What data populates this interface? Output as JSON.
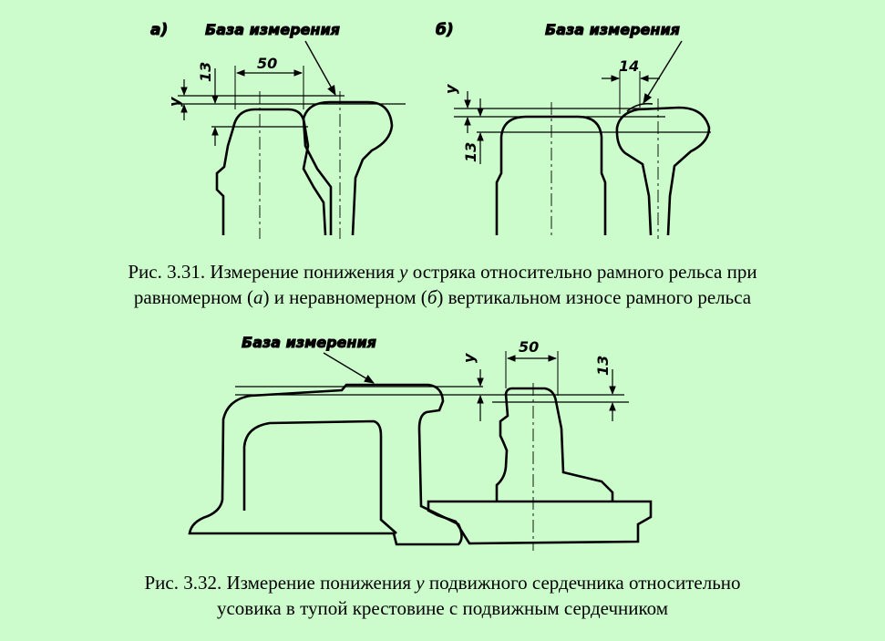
{
  "figure_a_label": "а)",
  "figure_b_label": "б)",
  "base_label": "База измерения",
  "dim_13": "13",
  "dim_50": "50",
  "dim_14": "14",
  "dim_y": "y",
  "caption1": {
    "prefix": "Рис. 3.31. Измерение понижения ",
    "var": "y",
    "mid1": " остряка относительно рамного рельса при",
    "mid2": "равномерном (",
    "a": "а",
    "mid3": ") и неравномерном (",
    "b": "б",
    "suffix": ") вертикальном износе рамного рельса"
  },
  "caption2": {
    "prefix": "Рис. 3.32. Измерение понижения ",
    "var": "y",
    "mid": " подвижного сердечника относительно",
    "line2": "усовика в тупой крестовине с подвижным сердечником"
  },
  "colors": {
    "background": "#ccfccc",
    "ink": "#000000"
  }
}
